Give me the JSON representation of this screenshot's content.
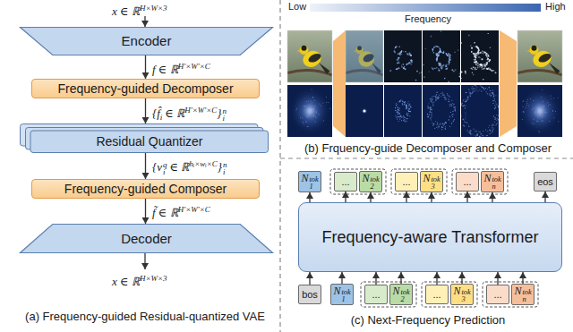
{
  "diagram": {
    "nodes": [
      {
        "text": [
          "Encoder"
        ]
      },
      {
        "text": [
          "Frequency-guided Decomposer"
        ]
      },
      {
        "text": [
          "Residual Quantizer"
        ]
      },
      {
        "text": [
          "Frequency-guided Composer"
        ]
      },
      {
        "text": [
          "Decoder"
        ]
      },
      {
        "text": [
          "N",
          "1",
          "tok"
        ]
      },
      {
        "text": [
          "..."
        ]
      },
      {
        "text": [
          "N",
          "2",
          "tok"
        ]
      },
      {
        "text": [
          "..."
        ]
      },
      {
        "text": [
          "N",
          "3",
          "tok"
        ]
      },
      {
        "text": [
          "..."
        ]
      },
      {
        "text": [
          "N",
          "n",
          "tok"
        ]
      },
      {
        "text": [
          "eos"
        ]
      },
      {
        "text": [
          "Frequency-aware Transformer"
        ]
      },
      {
        "text": [
          "bos"
        ]
      },
      {
        "text": [
          "N",
          "1",
          "tok"
        ]
      },
      {
        "text": [
          "..."
        ]
      },
      {
        "text": [
          "N",
          "2",
          "tok"
        ]
      },
      {
        "text": [
          "..."
        ]
      },
      {
        "text": [
          "N",
          "3",
          "tok"
        ]
      },
      {
        "text": [
          "..."
        ]
      },
      {
        "text": [
          "N",
          "n",
          "tok"
        ]
      }
    ],
    "edges": [
      {
        "from": 0,
        "to": 1,
        "arrow": "to"
      },
      {
        "from": 1,
        "to": 2,
        "arrow": "to"
      },
      {
        "from": 2,
        "to": 3,
        "arrow": "to"
      },
      {
        "from": 3,
        "to": 4,
        "arrow": "to"
      },
      {
        "from": 14,
        "to": 13,
        "arrow": "to"
      },
      {
        "from": 15,
        "to": 13,
        "arrow": "to"
      },
      {
        "from": 16,
        "to": 13,
        "arrow": "to"
      },
      {
        "from": 17,
        "to": 13,
        "arrow": "to"
      },
      {
        "from": 18,
        "to": 13,
        "arrow": "to"
      },
      {
        "from": 19,
        "to": 13,
        "arrow": "to"
      },
      {
        "from": 20,
        "to": 13,
        "arrow": "to"
      },
      {
        "from": 21,
        "to": 13,
        "arrow": "to"
      },
      {
        "from": 13,
        "to": 5,
        "arrow": "to"
      },
      {
        "from": 13,
        "to": 6,
        "arrow": "to"
      },
      {
        "from": 13,
        "to": 7,
        "arrow": "to"
      },
      {
        "from": 13,
        "to": 8,
        "arrow": "to"
      },
      {
        "from": 13,
        "to": 9,
        "arrow": "to"
      },
      {
        "from": 13,
        "to": 10,
        "arrow": "to"
      },
      {
        "from": 13,
        "to": 11,
        "arrow": "to"
      },
      {
        "from": 13,
        "to": 12,
        "arrow": "to"
      }
    ],
    "labels": [
      "x ∈ ℝ",
      "H×W×3",
      "f ∈ ℝ",
      "H′×W′×C",
      "{f̂",
      "i",
      "∈ ℝ",
      "H′×W′×C",
      "}",
      "i",
      "n",
      "{v",
      "i",
      "q",
      "∈ ℝ",
      "hᵢ×wᵢ×C",
      "}",
      "i",
      "n",
      "f̃ ∈ ℝ",
      "H′×W′×C",
      "x ∈ ℝ",
      "H×W×3",
      "(a) Frequency-guided Residual-quantized VAE",
      "Low",
      "Frequency",
      "High",
      "(b) Frquency-guide Decomposer and Composer",
      "(c) Next-Frequency Prediction"
    ]
  }
}
